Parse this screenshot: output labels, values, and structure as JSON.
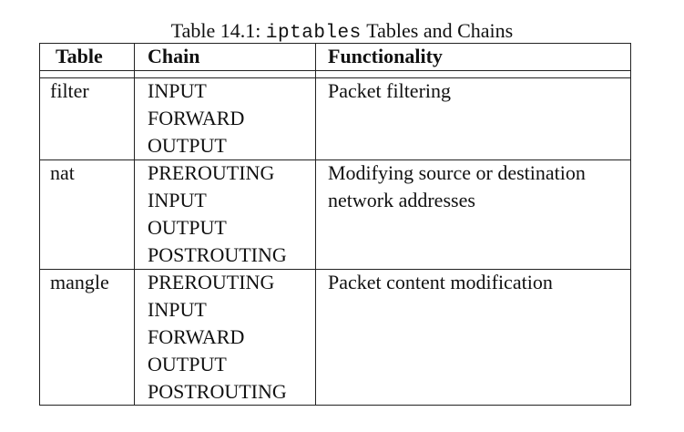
{
  "caption": {
    "prefix": "Table 14.1:",
    "code": "iptables",
    "suffix": "Tables and Chains"
  },
  "table": {
    "headers": [
      "Table",
      "Chain",
      "Functionality"
    ],
    "rows": [
      {
        "table": "filter",
        "chains": [
          "INPUT",
          "FORWARD",
          "OUTPUT"
        ],
        "functionality": [
          "Packet filtering"
        ]
      },
      {
        "table": "nat",
        "chains": [
          "PREROUTING",
          "INPUT",
          "OUTPUT",
          "POSTROUTING"
        ],
        "functionality": [
          "Modifying source or destination",
          "network addresses"
        ]
      },
      {
        "table": "mangle",
        "chains": [
          "PREROUTING",
          "INPUT",
          "FORWARD",
          "OUTPUT",
          "POSTROUTING"
        ],
        "functionality": [
          "Packet content modification"
        ]
      }
    ]
  }
}
